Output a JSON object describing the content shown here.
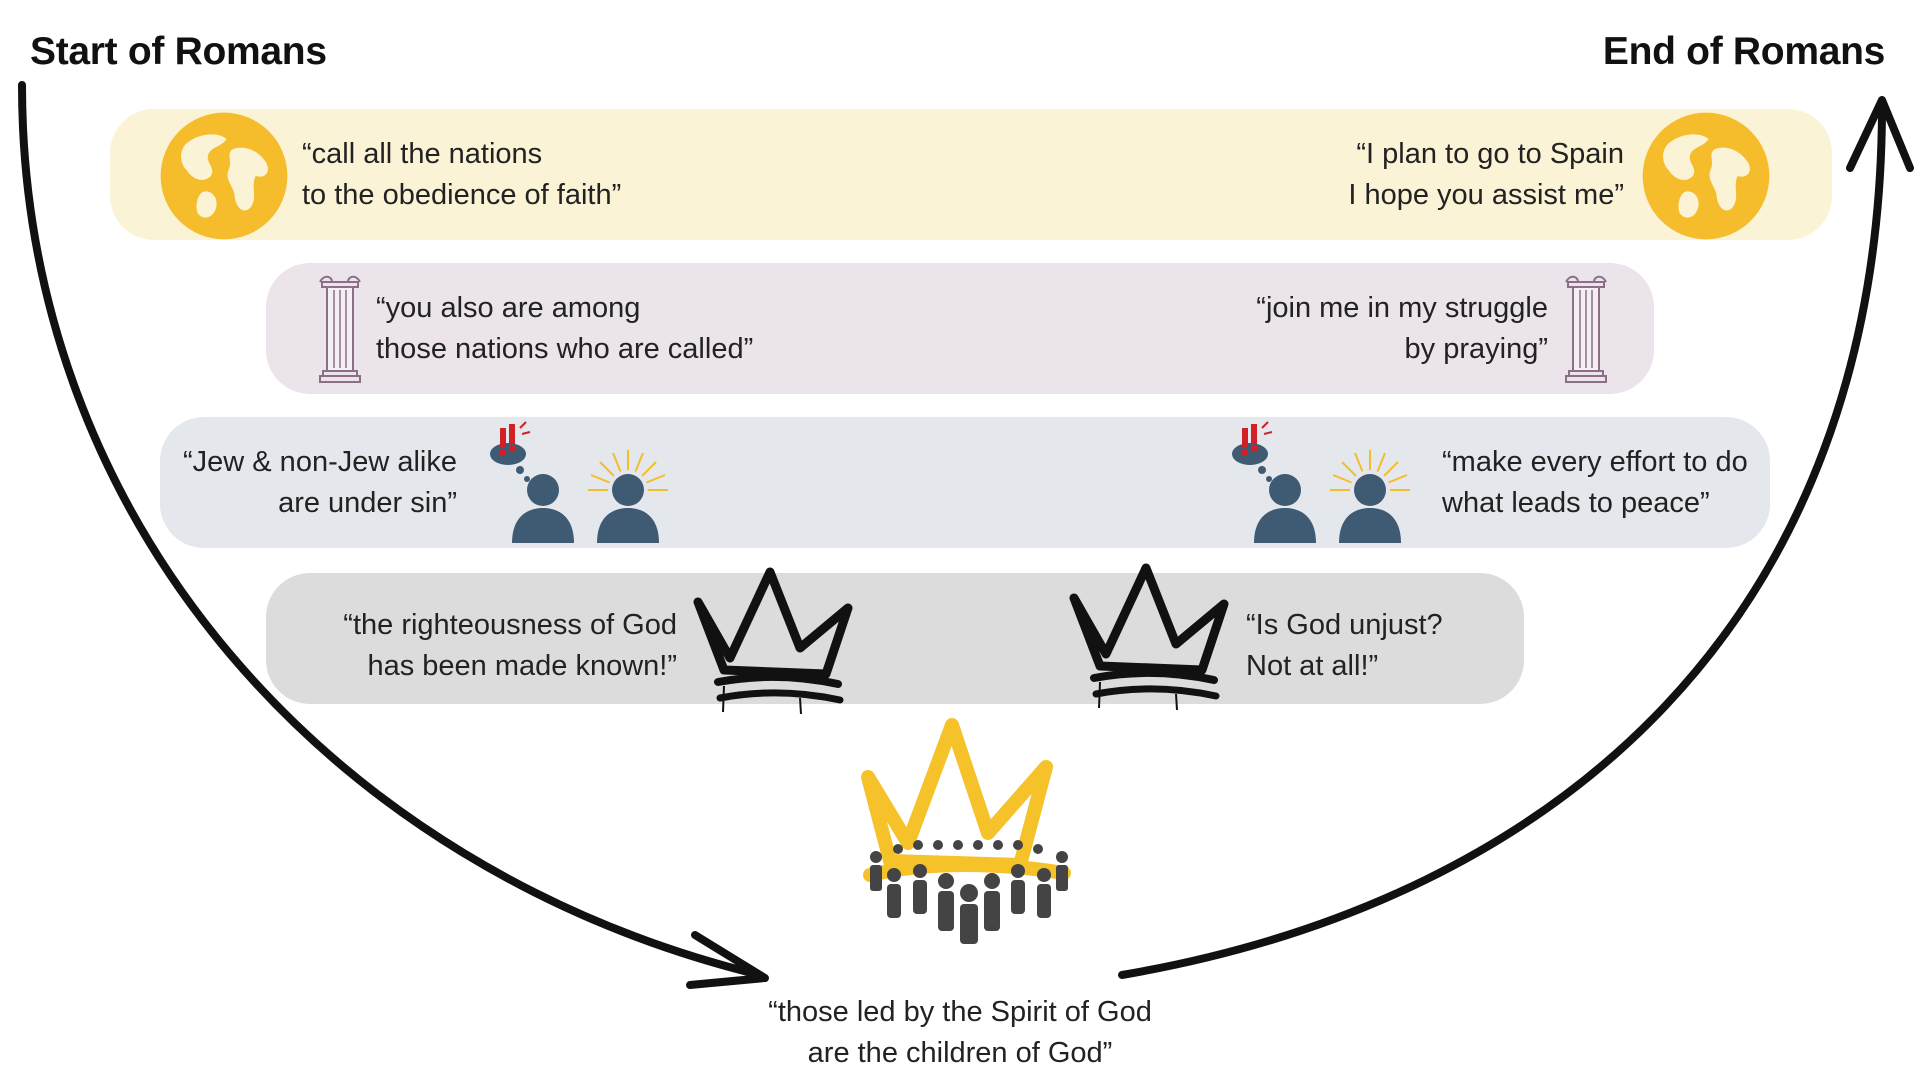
{
  "headings": {
    "start": "Start of Romans",
    "end": "End of Romans"
  },
  "rows": [
    {
      "left": [
        "“call all the nations",
        "to the obedience of faith”"
      ],
      "right": [
        "“I plan to go to Spain",
        "I hope you assist me”"
      ],
      "icon": "globe-icon",
      "color": "#fbf3d5"
    },
    {
      "left": [
        "“you also are among",
        "those nations who are called”"
      ],
      "right": [
        "“join me in my struggle",
        "by praying”"
      ],
      "icon": "pillar-icon",
      "color": "#ebe4ea"
    },
    {
      "left": [
        "“Jew & non-Jew alike",
        "are under sin”"
      ],
      "right": [
        "“make every effort to do",
        "what leads to peace”"
      ],
      "icon": "people-icon",
      "color": "#e4e7ec"
    },
    {
      "left": [
        "“the righteousness of God",
        "has been made known!”"
      ],
      "right": [
        "“Is God unjust?",
        "Not at all!”"
      ],
      "icon": "crown-icon",
      "color": "#dcdcdc"
    }
  ],
  "center": {
    "lines": [
      "“those led by the Spirit of God",
      "are the children of God”"
    ],
    "icon": "crowd-crown-icon"
  },
  "colors": {
    "globe": "#f5bd2c",
    "person": "#3f5a73",
    "pillar": "#8c6f86",
    "arrow": "#111111",
    "crown_gold": "#f6c22a"
  }
}
